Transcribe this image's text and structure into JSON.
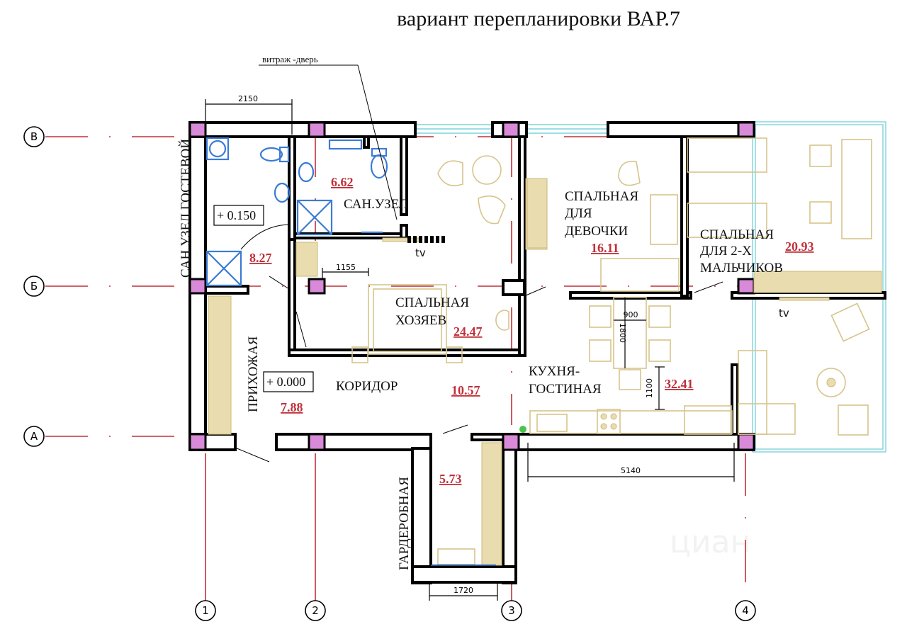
{
  "title": "вариант перепланировки ВАР.7",
  "axes": {
    "rows": [
      {
        "id": "row-v",
        "label": "В"
      },
      {
        "id": "row-b",
        "label": "Б"
      },
      {
        "id": "row-a",
        "label": "А"
      }
    ],
    "columns": [
      {
        "id": "col-1",
        "label": "1"
      },
      {
        "id": "col-2",
        "label": "2"
      },
      {
        "id": "col-3",
        "label": "3"
      },
      {
        "id": "col-4",
        "label": "4"
      }
    ]
  },
  "rooms": {
    "guest_bath": {
      "name": "САН.УЗЕЛ ГОСТЕВОЙ",
      "area": "8.27"
    },
    "bath": {
      "name": "САН.УЗЕЛ",
      "area": "6.62"
    },
    "master_bedroom": {
      "name_line1": "СПАЛЬНАЯ",
      "name_line2": "ХОЗЯЕВ",
      "area": "24.47"
    },
    "girl_bedroom": {
      "name_line1": "СПАЛЬНАЯ",
      "name_line2": "ДЛЯ",
      "name_line3": "ДЕВОЧКИ",
      "area": "16.11"
    },
    "boys_bedroom": {
      "name_line1": "СПАЛЬНАЯ",
      "name_line2": "ДЛЯ 2-Х",
      "name_line3": "МАЛЬЧИКОВ",
      "area": "20.93"
    },
    "hall": {
      "name": "ПРИХОЖАЯ",
      "area": "7.88"
    },
    "corridor": {
      "name": "КОРИДОР",
      "area": "10.57"
    },
    "kitchen_living": {
      "name_line1": "КУХНЯ-",
      "name_line2": "ГОСТИНАЯ",
      "area": "32.41"
    },
    "wardrobe": {
      "name": "ГАРДЕРОБНАЯ",
      "area": "5.73"
    }
  },
  "level_marks": {
    "bath_level": "+ 0.150",
    "floor_level": "+ 0.000"
  },
  "annotations": {
    "stained_glass_door": "витраж -дверь",
    "tv_master": "tv",
    "tv_living": "tv"
  },
  "dimensions": {
    "guest_bath_width": "2150",
    "column_offset": "1155",
    "table_width": "900",
    "table_length": "1800",
    "table_clearance": "1100",
    "kitchen_length": "5140",
    "wardrobe_width": "1720"
  },
  "watermark": "циан"
}
